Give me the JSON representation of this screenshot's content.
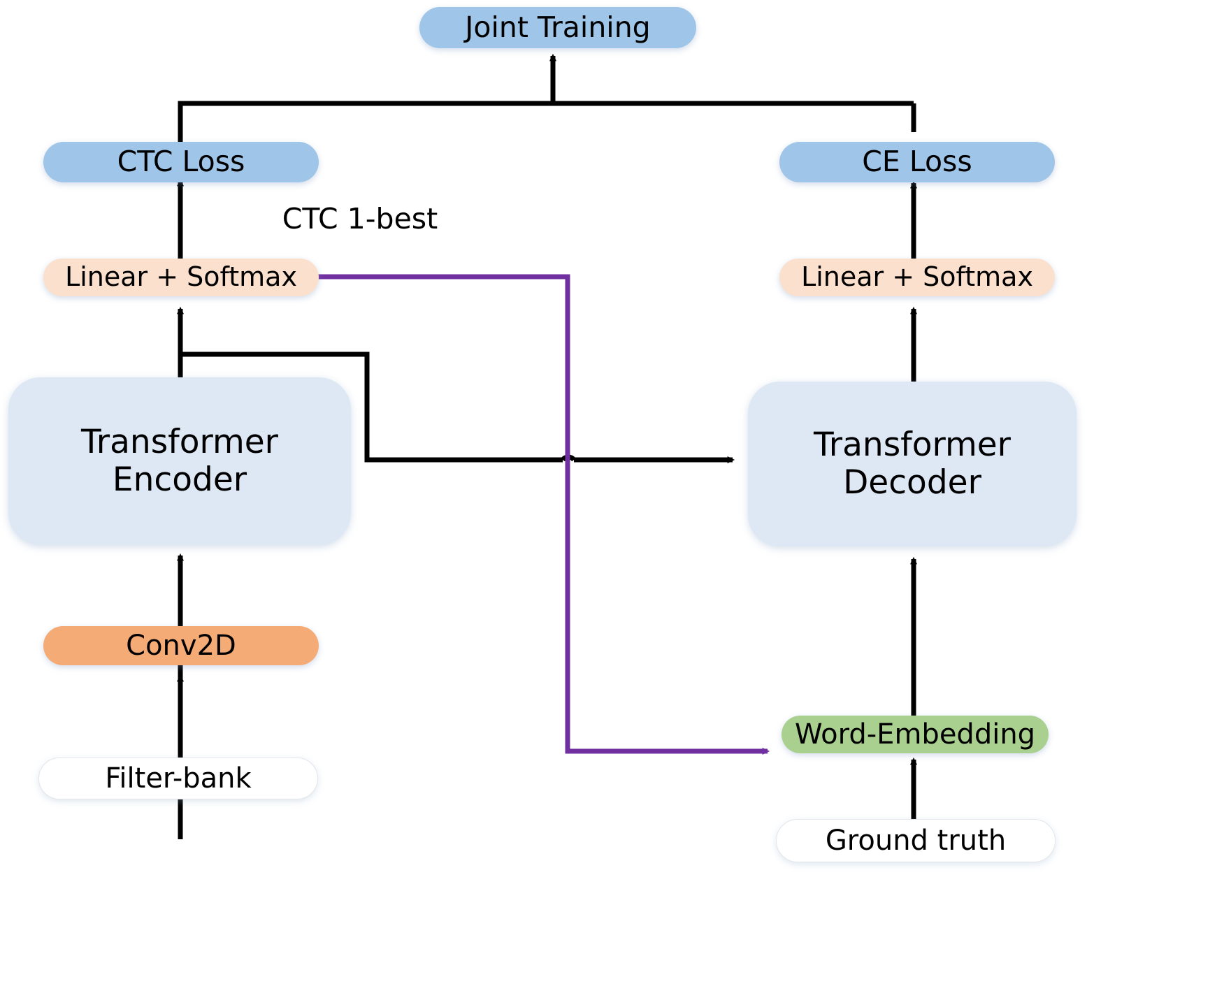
{
  "diagram": {
    "title": "Joint CTC-Attention Transformer ASR architecture",
    "colors": {
      "loss_blue": "#9fc5e8",
      "module_lightblue": "#dde8f4",
      "softmax_peach": "#fbe0cd",
      "conv_orange": "#f4ab76",
      "embedding_green": "#a9d08e",
      "input_white": "#ffffff",
      "edge_black": "#000000",
      "edge_purple": "#7030a0"
    },
    "nodes": [
      {
        "id": "joint_training",
        "label": "Joint Training",
        "style": "blue"
      },
      {
        "id": "ctc_loss",
        "label": "CTC Loss",
        "style": "blue"
      },
      {
        "id": "ce_loss",
        "label": "CE Loss",
        "style": "blue"
      },
      {
        "id": "linear_softmax_l",
        "label": "Linear + Softmax",
        "style": "peach"
      },
      {
        "id": "linear_softmax_r",
        "label": "Linear + Softmax",
        "style": "peach"
      },
      {
        "id": "encoder",
        "label": "Transformer\nEncoder",
        "style": "ltblue"
      },
      {
        "id": "decoder",
        "label": "Transformer\nDecoder",
        "style": "ltblue"
      },
      {
        "id": "conv2d",
        "label": "Conv2D",
        "style": "orange"
      },
      {
        "id": "word_embedding",
        "label": "Word-Embedding",
        "style": "green"
      },
      {
        "id": "filter_bank",
        "label": "Filter-bank",
        "style": "white"
      },
      {
        "id": "ground_truth",
        "label": "Ground truth",
        "style": "white"
      }
    ],
    "annotations": [
      {
        "id": "ctc_1best",
        "label": "CTC 1-best",
        "color": "#000000"
      }
    ],
    "edges": [
      {
        "from": "filter_bank",
        "to": "conv2d",
        "color": "black"
      },
      {
        "from": "conv2d",
        "to": "encoder",
        "color": "black"
      },
      {
        "from": "encoder",
        "to": "linear_softmax_l",
        "color": "black"
      },
      {
        "from": "linear_softmax_l",
        "to": "ctc_loss",
        "color": "black"
      },
      {
        "from": "ctc_loss",
        "to": "joint_training",
        "color": "black"
      },
      {
        "from": "encoder",
        "to": "decoder",
        "color": "black"
      },
      {
        "from": "ground_truth",
        "to": "word_embedding",
        "color": "black"
      },
      {
        "from": "word_embedding",
        "to": "decoder",
        "color": "black"
      },
      {
        "from": "decoder",
        "to": "linear_softmax_r",
        "color": "black"
      },
      {
        "from": "linear_softmax_r",
        "to": "ce_loss",
        "color": "black"
      },
      {
        "from": "ce_loss",
        "to": "joint_training",
        "color": "black"
      },
      {
        "from": "linear_softmax_l",
        "to": "word_embedding",
        "color": "purple",
        "label": "CTC 1-best"
      }
    ]
  }
}
